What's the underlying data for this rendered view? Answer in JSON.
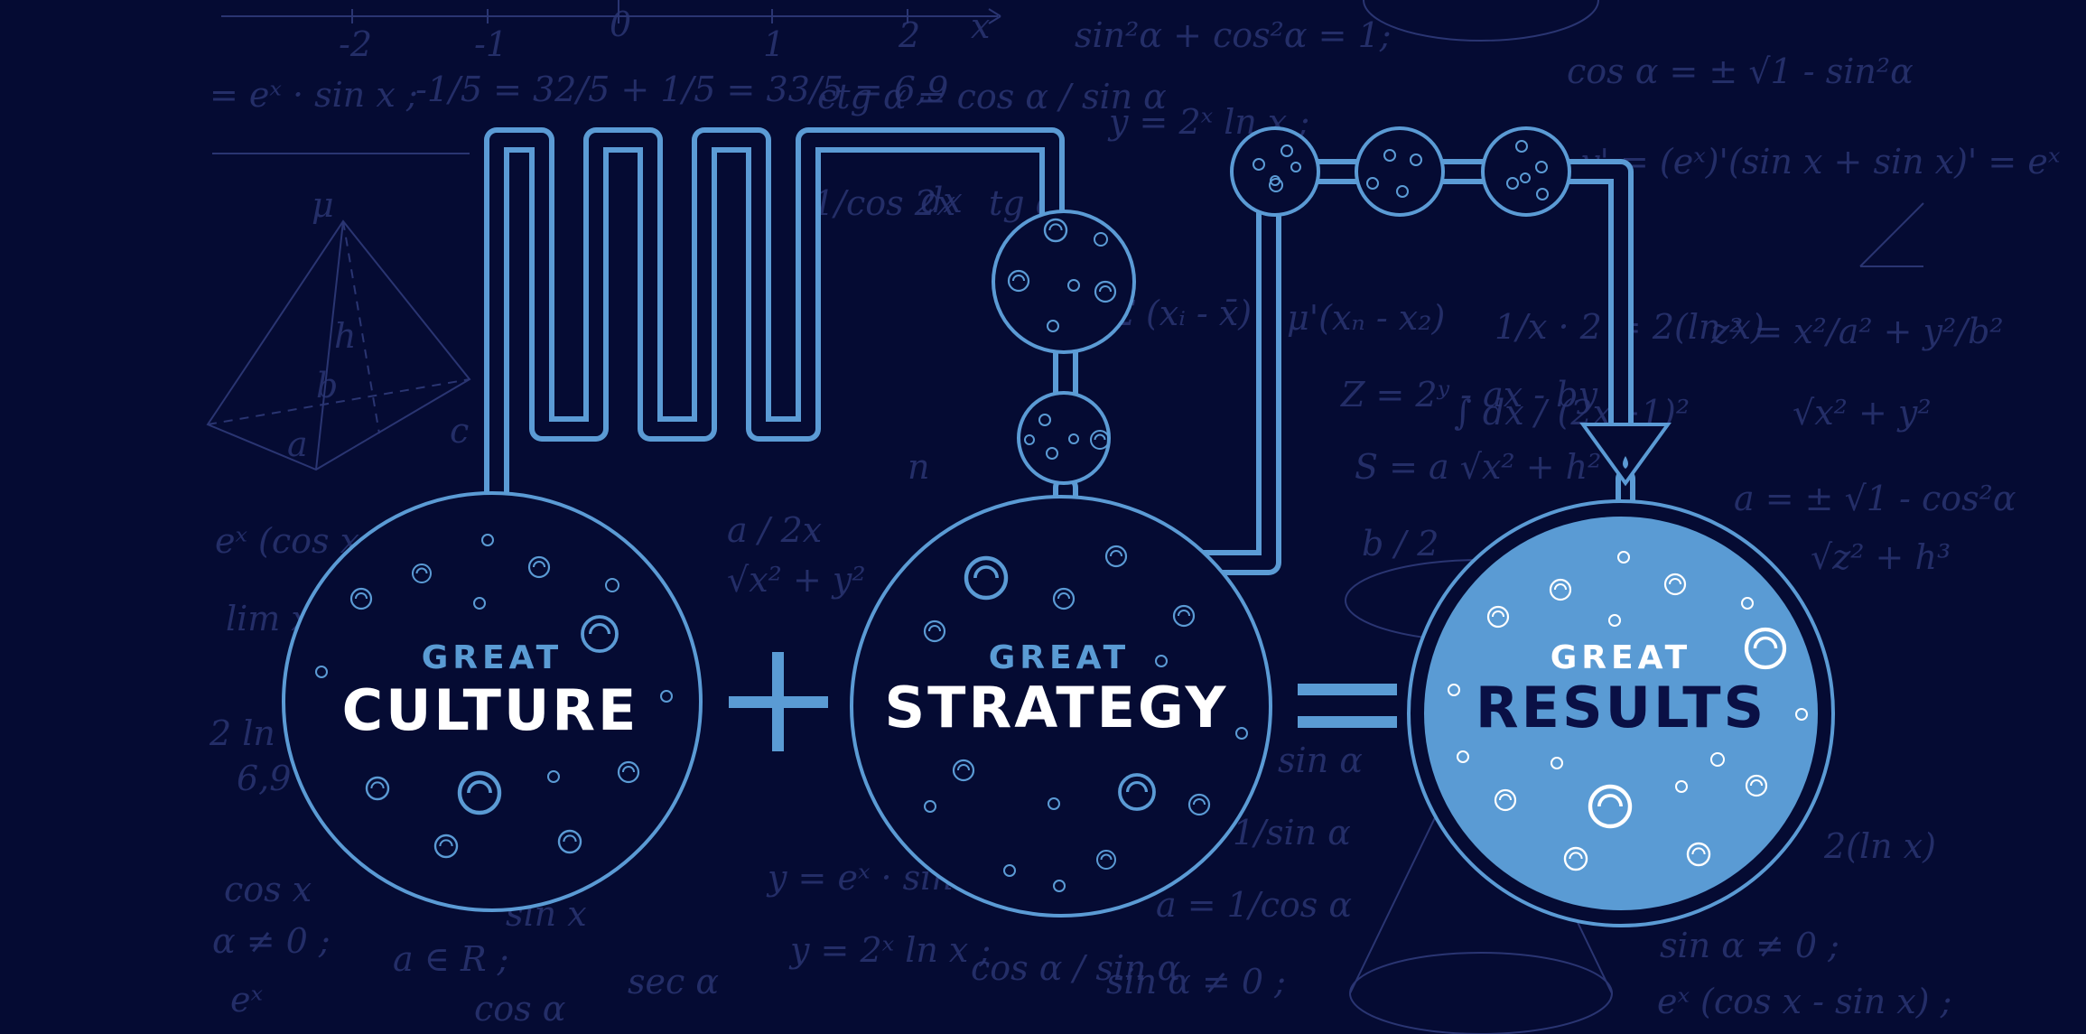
{
  "equation": {
    "term1": {
      "prefix": "GREAT",
      "word": "CULTURE"
    },
    "operator_plus": "+",
    "term2": {
      "prefix": "GREAT",
      "word": "STRATEGY"
    },
    "operator_equals": "=",
    "result": {
      "prefix": "GREAT",
      "word": "RESULTS"
    }
  },
  "background_formulas": [
    "sin²α + cos²α = 1;",
    "cos α = ± √1 - sin²α",
    "= eˣ · sin x ;",
    "-1/5 = 32/5 + 1/5 = 33/5 = 6,9",
    "ctg α = cos α / sin α",
    "y = 2ˣ ln x ;",
    "y' = (eˣ)'(sin x + sin x)' = eˣ",
    "1/cos 2x",
    "dx",
    "tg α",
    "Σ (xᵢ - x̄)",
    "μ'(xₙ - x₂)",
    "1/x · 2 = 2(ln x)",
    "z² = x²/a² + y²/b²",
    "Z = 2ʸ - ax - by",
    "S = a √x² + h²",
    "∫ dx / (2x+1)²",
    "√x² + y²",
    "a = ± √1 - cos²α",
    "eˣ (cos x",
    "a / 2x",
    "√x² + y²",
    "b / 2",
    "lim x→5",
    "2 ln x",
    "6,9",
    "2(ln x)",
    "cos x",
    "sin x",
    "a ∈ R ;",
    "α ≠ 0 ;",
    "eˣ",
    "y = eˣ · sin x",
    "sin α",
    "a = 1/cos α",
    "1/sin α",
    "cos α",
    "sec α",
    "y = 2ˣ ln x ;",
    "cos α / sin α",
    "sin α ≠ 0 ;",
    "sin α ≠ 0 ;",
    "eˣ (cos x - sin x) ;",
    "√z² + h³",
    "-2",
    "-1",
    "0",
    "1",
    "2",
    "x",
    "h",
    "b",
    "a",
    "c",
    "μ",
    "n"
  ],
  "colors": {
    "background": "#050b33",
    "pipe": "#5b9bd5",
    "light_blue": "#5a9bd4",
    "label_white": "#ffffff",
    "result_fill": "#5a9bd4",
    "result_text": "#0a1045",
    "chalk": "#2a3572"
  }
}
